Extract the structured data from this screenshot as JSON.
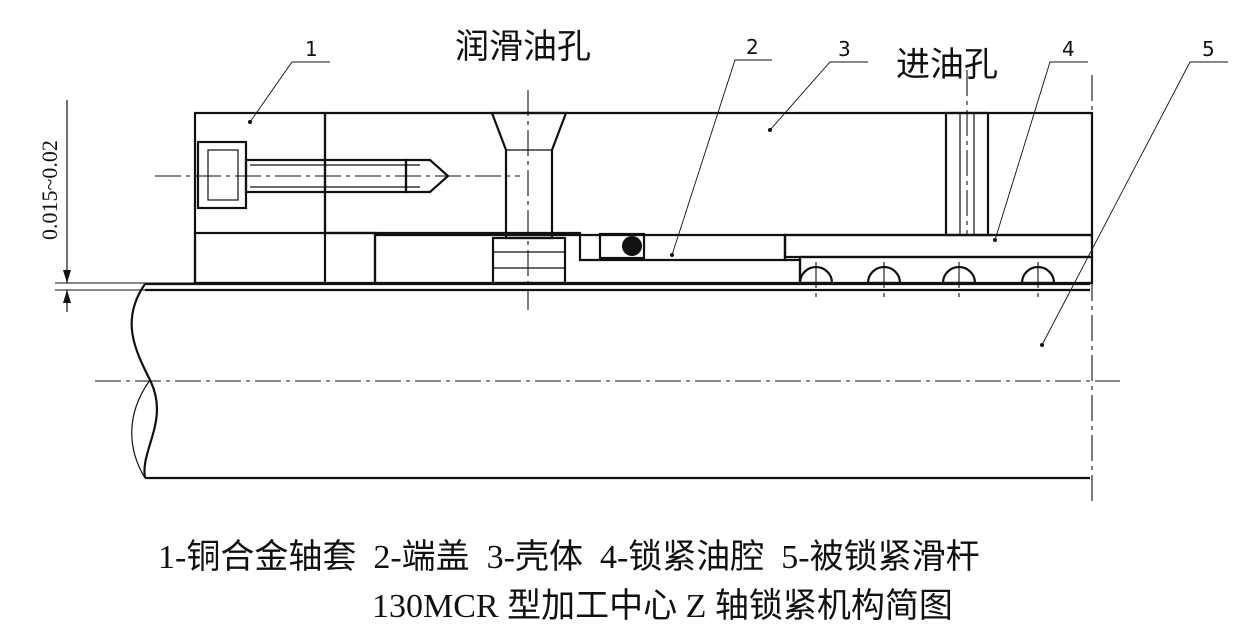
{
  "labels": {
    "lube_hole": "润滑油孔",
    "oil_inlet": "进油孔",
    "dimension": "0.015~0.02",
    "callouts": [
      "1",
      "2",
      "3",
      "4",
      "5"
    ]
  },
  "caption": {
    "legend": "1-铜合金轴套  2-端盖  3-壳体  4-锁紧油腔  5-被锁紧滑杆",
    "title": "130MCR 型加工中心 Z 轴锁紧机构简图"
  }
}
